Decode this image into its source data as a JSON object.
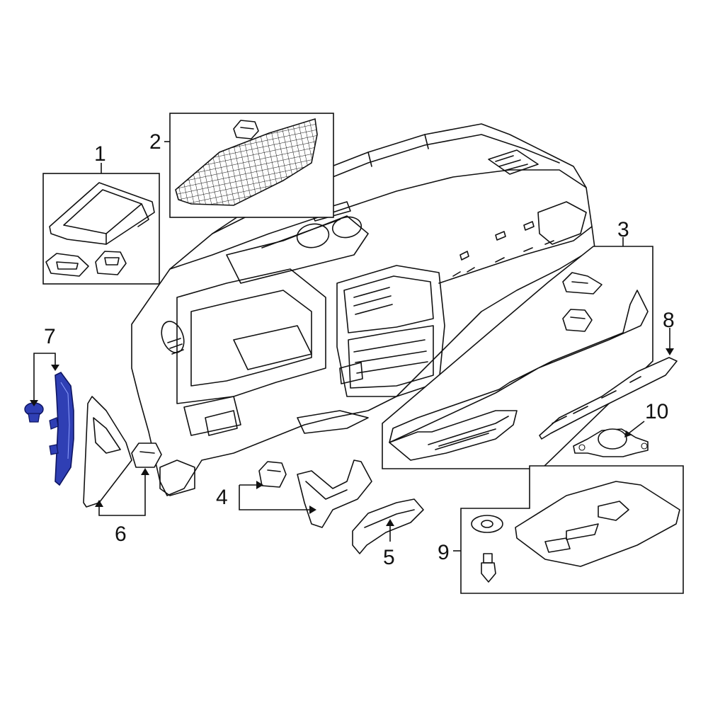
{
  "callouts": {
    "c1": "1",
    "c2": "2",
    "c3": "3",
    "c4": "4",
    "c5": "5",
    "c6": "6",
    "c7": "7",
    "c8": "8",
    "c9": "9",
    "c10": "10"
  },
  "colors": {
    "line": "#111111",
    "background": "#ffffff",
    "highlight_fill": "#2f3fb4",
    "highlight_stroke": "#0d1460"
  },
  "highlighted_part": "7"
}
